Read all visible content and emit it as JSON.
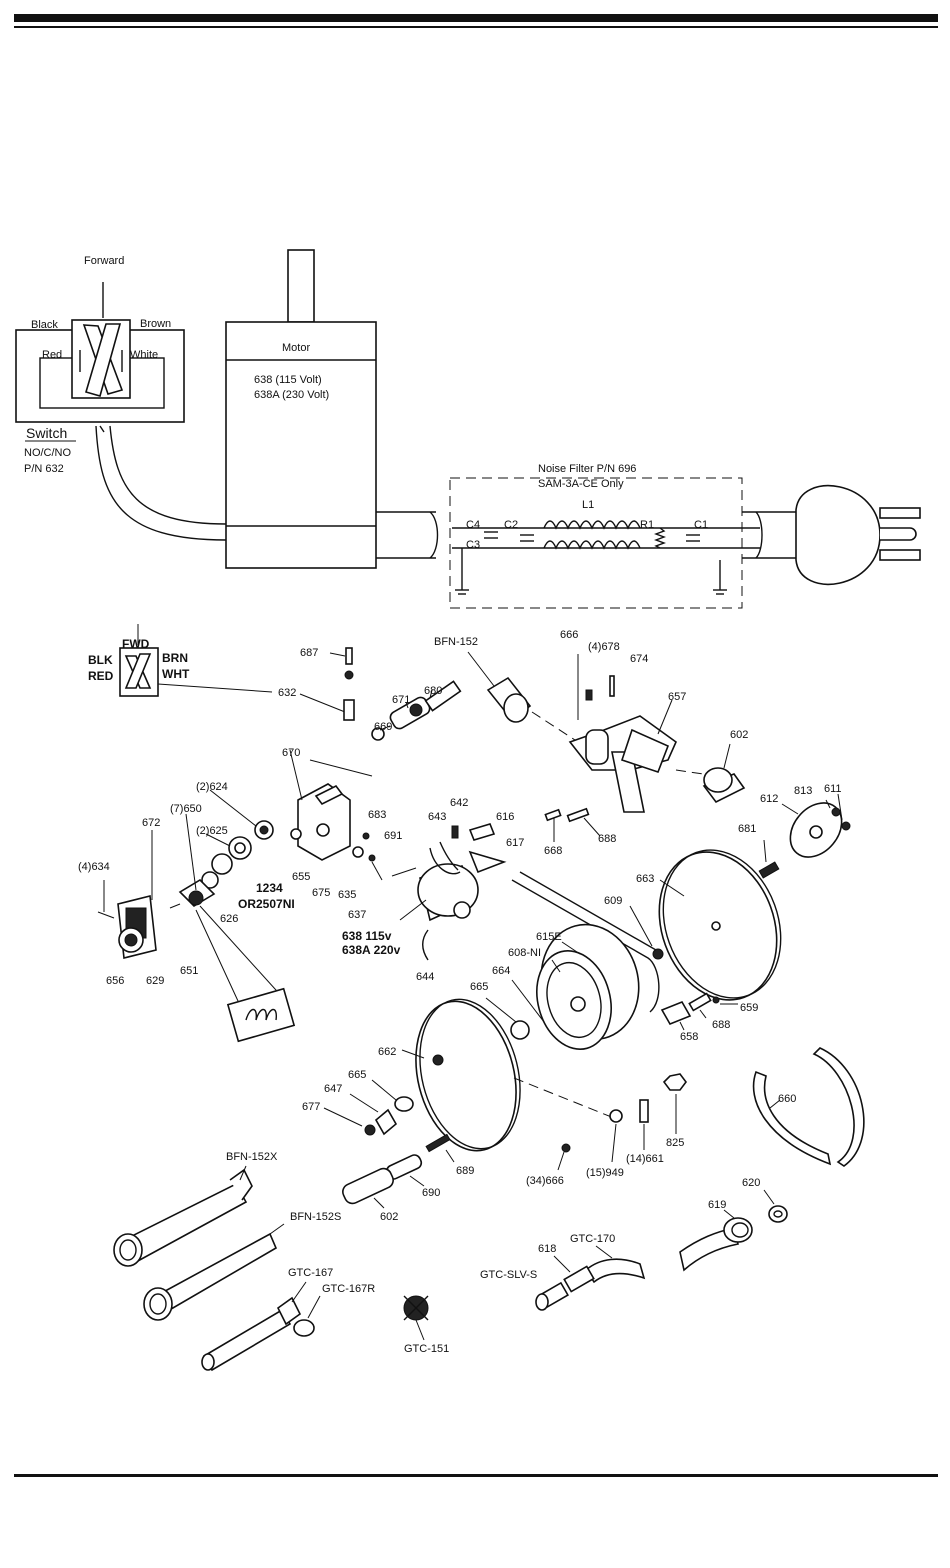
{
  "wiring": {
    "switch_title": "Switch",
    "switch_type": "NO/C/NO",
    "switch_pn": "P/N 632",
    "forward": "Forward",
    "black": "Black",
    "brown": "Brown",
    "red": "Red",
    "white": "White",
    "motor_title": "Motor",
    "motor_115": "638    (115 Volt)",
    "motor_230": "638A  (230 Volt)",
    "filter_title": "Noise Filter  P/N 696",
    "filter_sub": "SAM-3A-CE Only",
    "c4": "C4",
    "c2": "C2",
    "c3": "C3",
    "l1": "L1",
    "r1": "R1",
    "c1": "C1"
  },
  "exploded": {
    "fwd": "FWD",
    "blk": "BLK",
    "red": "RED",
    "brn": "BRN",
    "wht": "WHT",
    "labels": {
      "p687": "687",
      "p632": "632",
      "p671": "671",
      "p680": "680",
      "p669": "669",
      "p670": "670",
      "p683": "683",
      "p691": "691",
      "p624": "(2)624",
      "p625": "(2)625",
      "p650": "(7)650",
      "p672": "672",
      "p634": "(4)634",
      "p626": "626",
      "p1234": "1234",
      "por": "OR2507NI",
      "p655": "655",
      "p675": "675",
      "p635": "635",
      "p637": "637",
      "p638": "638 115v",
      "p638a": "638A 220v",
      "p644": "644",
      "p656": "656",
      "p629": "629",
      "p651": "651",
      "p643": "643",
      "p642": "642",
      "p616": "616",
      "p617": "617",
      "bfn152": "BFN-152",
      "p666": "666",
      "p678": "(4)678",
      "p674": "674",
      "p657": "657",
      "p602a": "602",
      "p668": "668",
      "p688a": "688",
      "p612": "612",
      "p813": "813",
      "p611": "611",
      "p681": "681",
      "p663": "663",
      "p609": "609",
      "p615e": "615E",
      "p608": "608-NI",
      "p664": "664",
      "p665a": "665",
      "p658": "658",
      "p688b": "688",
      "p659": "659",
      "p662": "662",
      "p665b": "665",
      "p647": "647",
      "p677": "677",
      "p689": "689",
      "p690": "690",
      "p602b": "602",
      "p866": "(34)666",
      "p949": "(15)949",
      "p661": "(14)661",
      "p825": "825",
      "p660": "660",
      "bfn152x": "BFN-152X",
      "bfn152s": "BFN-152S",
      "gtc167": "GTC-167",
      "gtc167r": "GTC-167R",
      "gtc151": "GTC-151",
      "gtc170": "GTC-170",
      "p618": "618",
      "gtcslv": "GTC-SLV-S",
      "p619": "619",
      "p620": "620"
    }
  }
}
